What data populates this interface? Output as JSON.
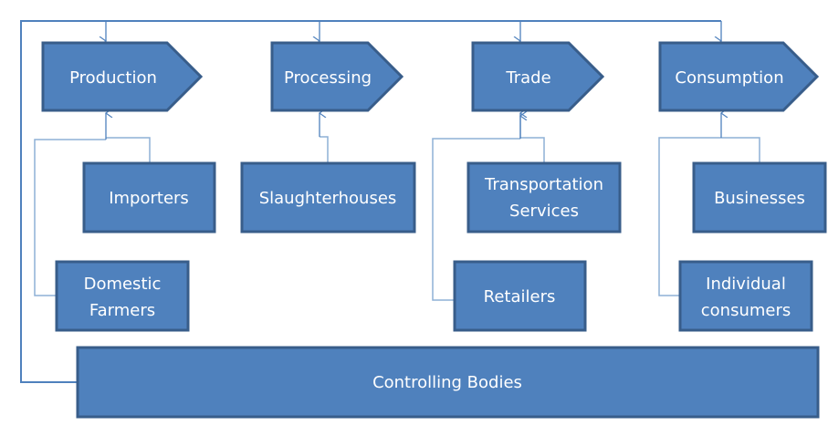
{
  "diagram": {
    "stages": [
      {
        "id": "production",
        "label": "Production"
      },
      {
        "id": "processing",
        "label": "Processing"
      },
      {
        "id": "trade",
        "label": "Trade"
      },
      {
        "id": "consumption",
        "label": "Consumption"
      }
    ],
    "actors": [
      {
        "id": "importers",
        "lines": [
          "Importers"
        ],
        "feeds": "production"
      },
      {
        "id": "domestic-farmers",
        "lines": [
          "Domestic",
          "Farmers"
        ],
        "feeds": "production"
      },
      {
        "id": "slaughterhouses",
        "lines": [
          "Slaughterhouses"
        ],
        "feeds": "processing"
      },
      {
        "id": "transportation-services",
        "lines": [
          "Transportation",
          "Services"
        ],
        "feeds": "trade"
      },
      {
        "id": "retailers",
        "lines": [
          "Retailers"
        ],
        "feeds": "trade"
      },
      {
        "id": "businesses",
        "lines": [
          "Businesses"
        ],
        "feeds": "consumption"
      },
      {
        "id": "individual-consumers",
        "lines": [
          "Individual",
          "consumers"
        ],
        "feeds": "consumption"
      }
    ],
    "oversight": {
      "id": "controlling-bodies",
      "label": "Controlling Bodies",
      "feeds": [
        "production",
        "processing",
        "trade",
        "consumption"
      ]
    },
    "colors": {
      "fill": "#4f81bd",
      "border": "#385d8a",
      "connector": "#4f81bd",
      "text": "#ffffff"
    }
  }
}
